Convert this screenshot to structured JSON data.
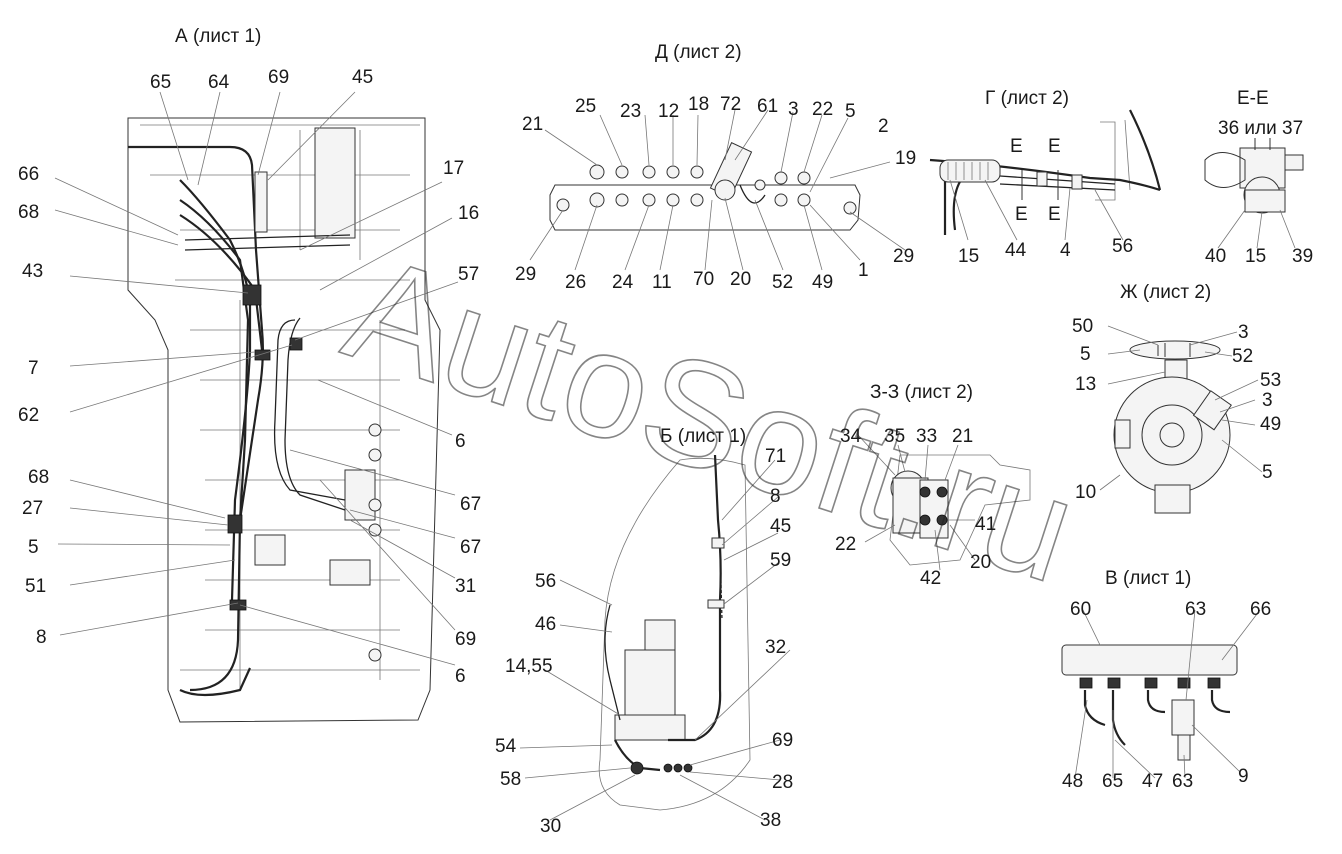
{
  "views": {
    "a": {
      "title": "А (лист 1)",
      "labels": [
        "65",
        "64",
        "69",
        "45",
        "66",
        "68",
        "17",
        "16",
        "43",
        "57",
        "7",
        "62",
        "6",
        "68",
        "27",
        "5",
        "51",
        "8",
        "67",
        "67",
        "31",
        "69",
        "6"
      ]
    },
    "d": {
      "title": "Д (лист 2)",
      "labels": [
        "21",
        "25",
        "23",
        "12",
        "18",
        "72",
        "61",
        "3",
        "22",
        "5",
        "2",
        "19",
        "29",
        "26",
        "24",
        "11",
        "70",
        "20",
        "52",
        "49",
        "1",
        "29"
      ]
    },
    "g": {
      "title": "Г (лист 2)",
      "section_marks": [
        "E",
        "E",
        "E",
        "E"
      ],
      "labels": [
        "15",
        "44",
        "4",
        "56"
      ]
    },
    "ee": {
      "title": "Е-Е",
      "note": "36 или 37",
      "labels": [
        "40",
        "15",
        "39"
      ]
    },
    "zh": {
      "title": "Ж (лист 2)",
      "labels": [
        "50",
        "3",
        "5",
        "52",
        "13",
        "53",
        "3",
        "49",
        "10",
        "5"
      ]
    },
    "z": {
      "title": "З-З (лист 2)",
      "labels": [
        "34",
        "35",
        "33",
        "21",
        "22",
        "41",
        "42",
        "20"
      ]
    },
    "b": {
      "title": "Б (лист 1)",
      "labels": [
        "71",
        "8",
        "45",
        "59",
        "56",
        "46",
        "14,55",
        "32",
        "54",
        "69",
        "58",
        "28",
        "30",
        "38"
      ]
    },
    "v": {
      "title": "В (лист 1)",
      "labels": [
        "60",
        "63",
        "66",
        "48",
        "65",
        "47",
        "63",
        "9"
      ]
    }
  },
  "watermark": "AutoSoft.ru"
}
